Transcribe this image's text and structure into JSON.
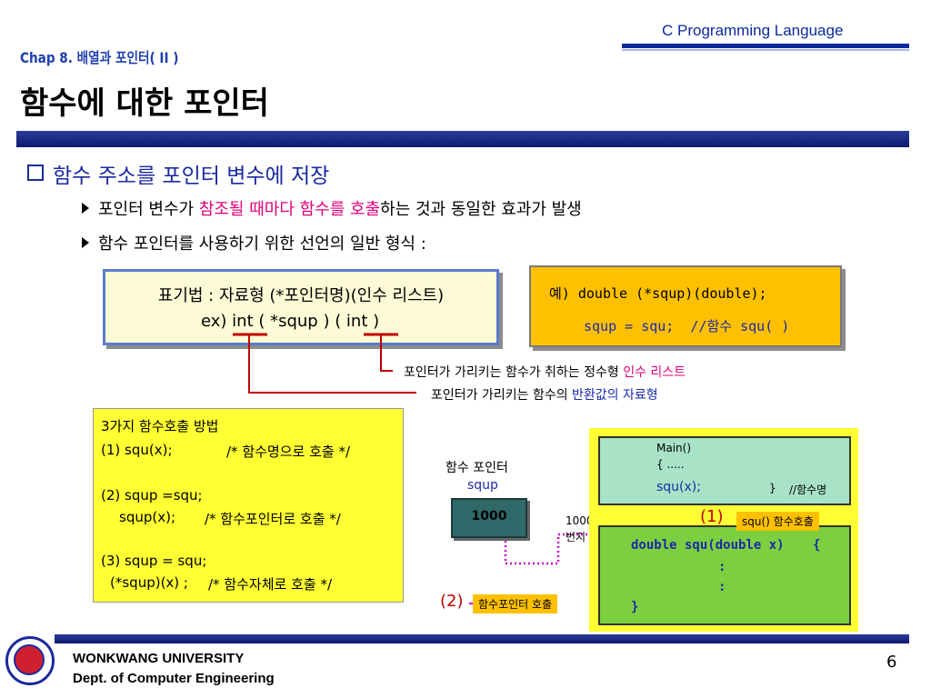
{
  "header": {
    "course": "C Programming Language",
    "chapter": "Chap 8. 배열과 포인터( II )",
    "title": "함수에 대한 포인터"
  },
  "bullets": {
    "main": "함수 주소를 포인터 변수에 저장",
    "sub1_a": "포인터 변수가 ",
    "sub1_red": "참조될 때마다 함수를 호출",
    "sub1_b": "하는 것과 동일한 효과가 발생",
    "sub2": "함수 포인터를 사용하기 위한 선언의 일반 형식 :"
  },
  "syntax_box": {
    "line1": "표기법 : 자료형 (*포인터명)(인수 리스트)",
    "line2": "ex) int ( *squp ) ( int )"
  },
  "example_box": {
    "line1": "예) double (*squp)(double);",
    "line2_code": "squp = squ;",
    "line2_comment": "//함수 squ( )"
  },
  "notes": {
    "note1_a": "포인터가 가리키는 함수가 취하는 정수형 ",
    "note1_red": "인수 리스트",
    "note2_a": "포인터가 가리키는 함수의 ",
    "note2_blue": "반환값의 자료형"
  },
  "calls_box": {
    "heading": "3가지 함수호출 방법",
    "l1_code": "(1)  squ(x);",
    "l1_comment": "/* 함수명으로 호출 */",
    "l2a": "(2) squp =squ;",
    "l2b_code": "squp(x);",
    "l2b_comment": "/*  함수포인터로 호출 */",
    "l3a": "(3)  squp = squ;",
    "l3b_code": "(*squp)(x) ;",
    "l3b_comment": "/*  함수자체로 호출 */"
  },
  "diagram": {
    "ptr_label": "함수 포인터",
    "ptr_name": "squp",
    "ptr_value": "1000",
    "addr_1": "1000",
    "addr_2": "번지",
    "main_l1": "Main()",
    "main_l2": "{ .....",
    "main_l3": "squ(x);",
    "main_brace": "}",
    "main_comment": "//함수명",
    "fn_l1": "double squ(double x)",
    "fn_brace_open": "{",
    "fn_l2": ":",
    "fn_l3": ":",
    "fn_l4": "}",
    "marker1": "(1)",
    "marker2": "(2)",
    "tag1": "squ() 함수호출",
    "tag2": "함수포인터 호출"
  },
  "footer": {
    "university": "WONKWANG UNIVERSITY",
    "department": "Dept. of Computer  Engineering",
    "page": "6"
  },
  "colors": {
    "accent_blue": "#1a2a9e",
    "highlight_red": "#e0007a",
    "box_yellow": "#ffff33",
    "box_orange": "#ffc000"
  }
}
